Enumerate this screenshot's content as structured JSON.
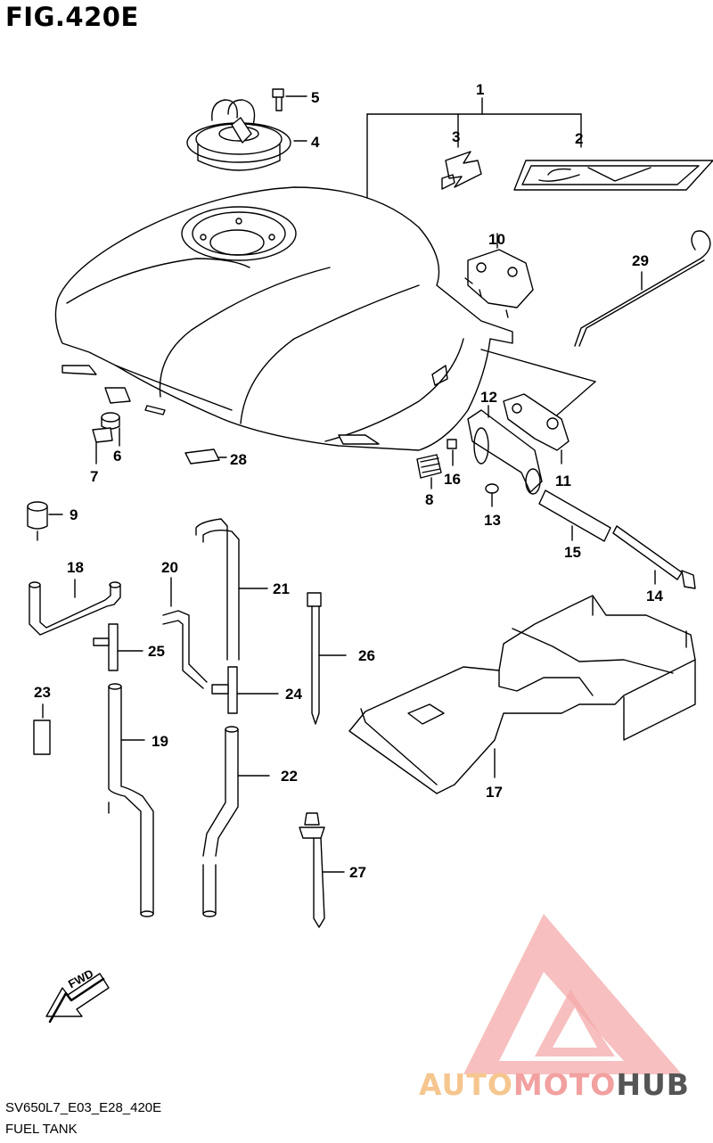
{
  "figure": {
    "title": "FIG.420E",
    "code": "SV650L7_E03_E28_420E",
    "name": "FUEL TANK",
    "fwd_label": "FWD"
  },
  "watermark": {
    "part_a": "AUTO",
    "part_b": "MOTO",
    "part_c": "HUB",
    "color_a": "#f6c68f",
    "color_b": "#f2a0a0",
    "color_c": "#555555"
  },
  "callouts": [
    "1",
    "2",
    "3",
    "4",
    "5",
    "6",
    "7",
    "8",
    "9",
    "10",
    "11",
    "12",
    "13",
    "14",
    "15",
    "16",
    "17",
    "18",
    "19",
    "20",
    "21",
    "22",
    "23",
    "24",
    "25",
    "26",
    "27",
    "28",
    "29"
  ]
}
